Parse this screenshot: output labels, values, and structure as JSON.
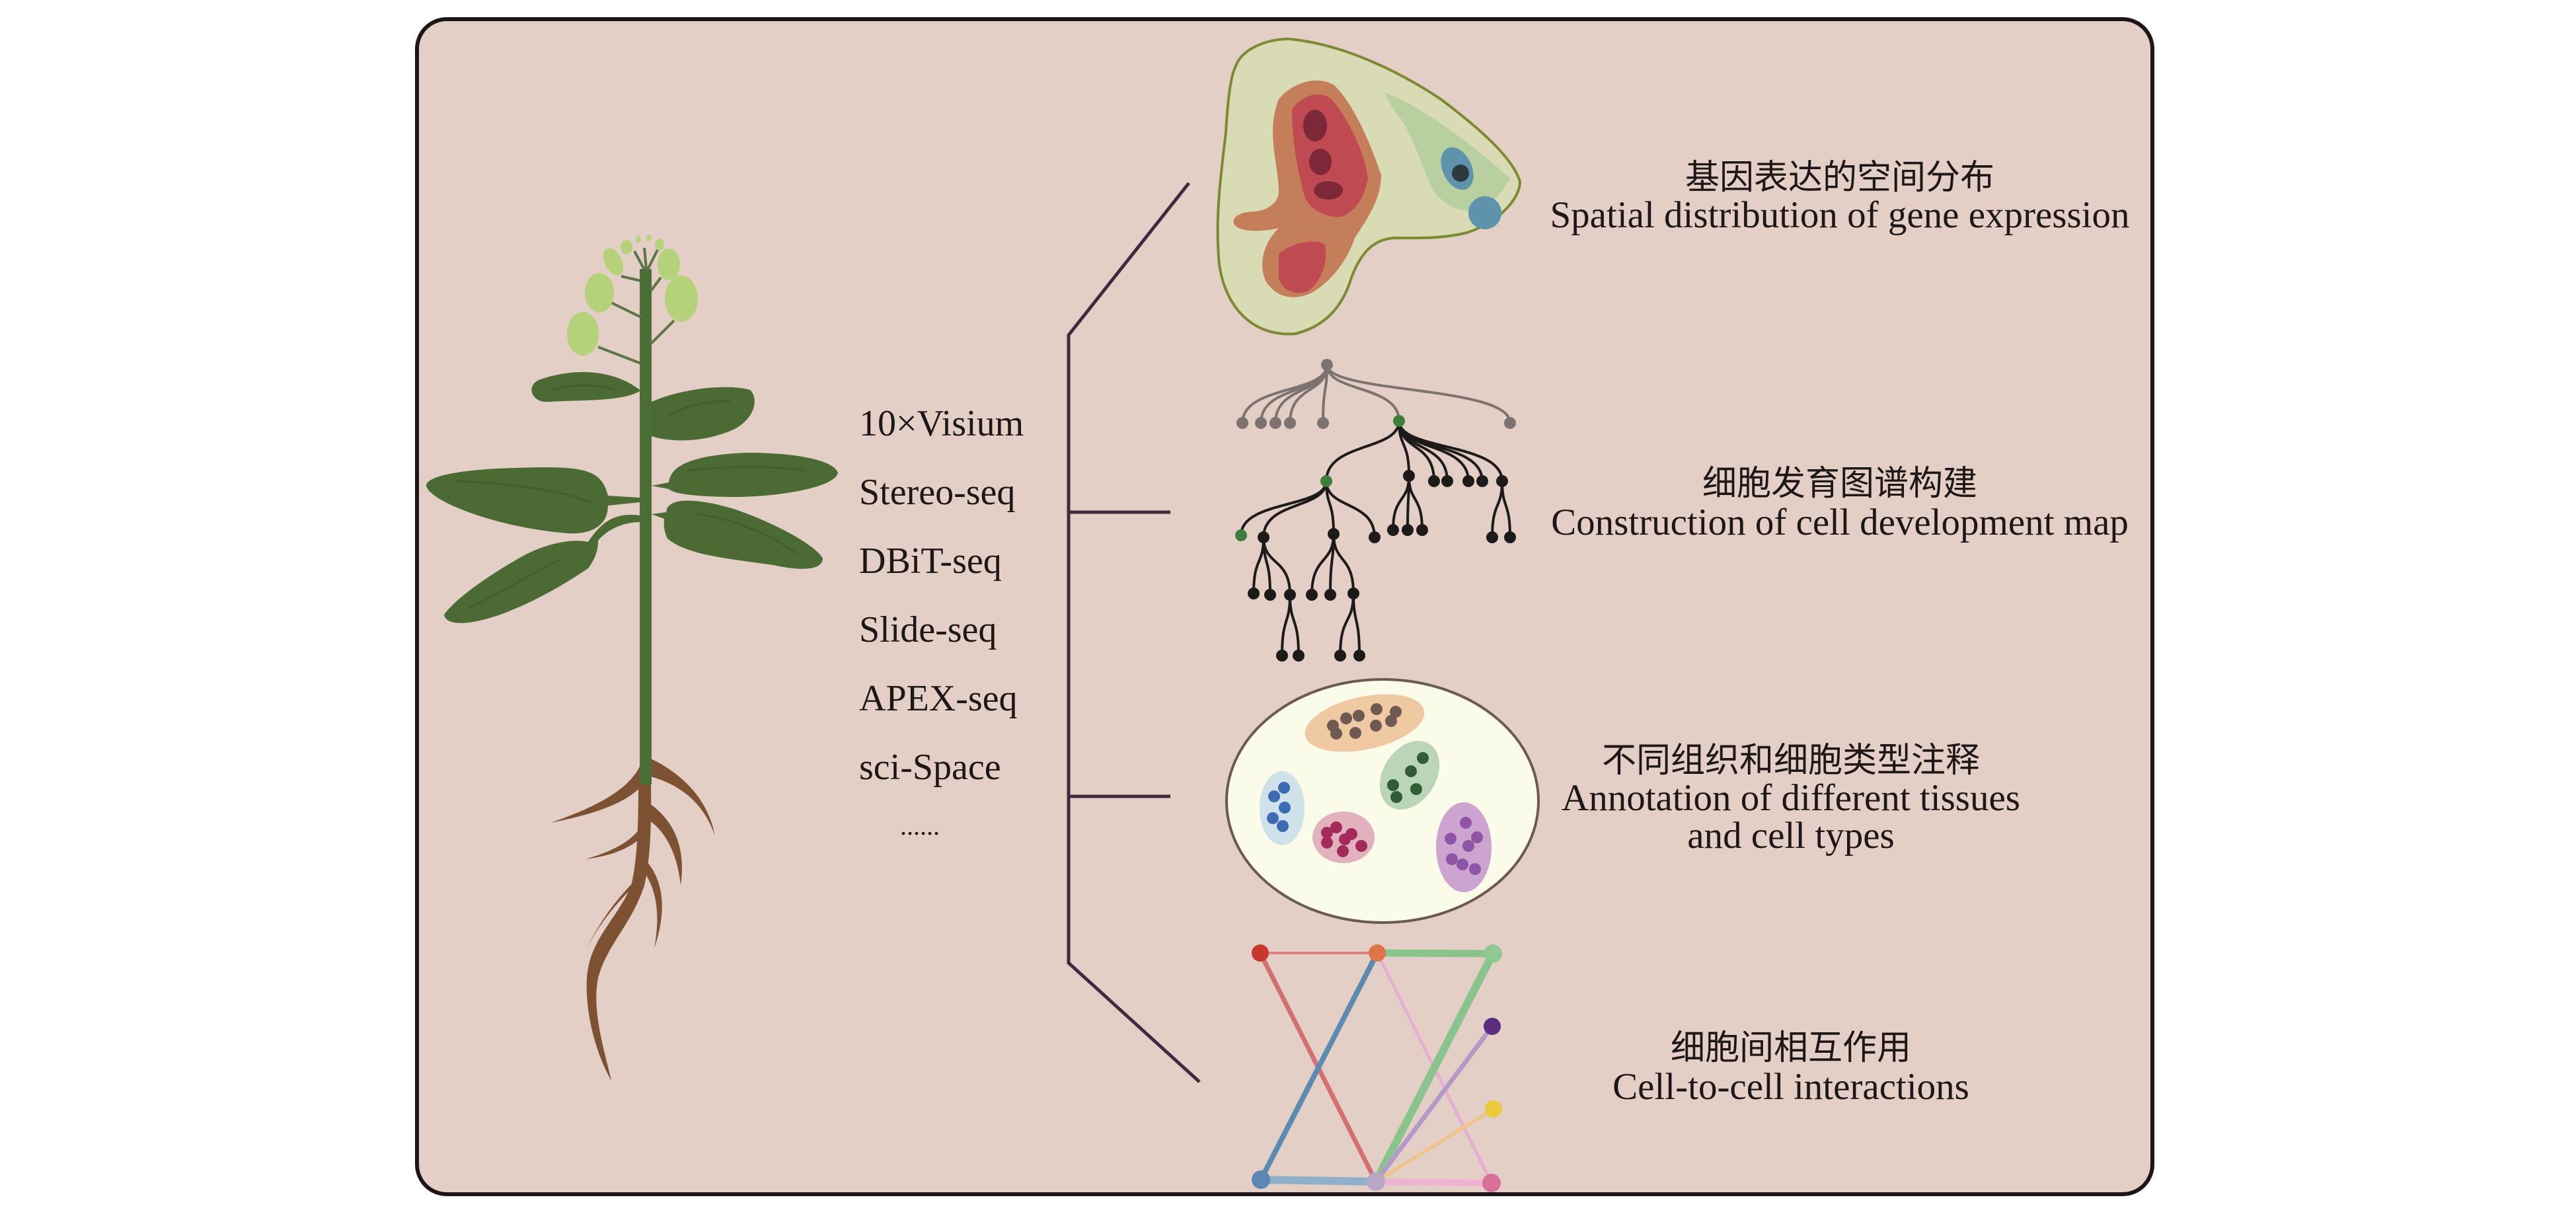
{
  "figure": {
    "methods_title": "Spatial transcriptomics technologies",
    "methods": [
      "10×Visium",
      "Stereo-seq",
      "DBiT-seq",
      "Slide-seq",
      "APEX-seq",
      "sci-Space",
      "......"
    ],
    "applications": [
      {
        "zh": "基因表达的空间分布",
        "en": [
          "Spatial distribution of gene expression"
        ],
        "icon": "spatial-expression-map"
      },
      {
        "zh": "细胞发育图谱构建",
        "en": [
          "Construction of cell development map"
        ],
        "icon": "lineage-tree"
      },
      {
        "zh": "不同组织和细胞类型注释",
        "en": [
          "Annotation of different tissues",
          "and cell types"
        ],
        "icon": "cell-type-clusters"
      },
      {
        "zh": "细胞间相互作用",
        "en": [
          "Cell-to-cell interactions"
        ],
        "icon": "interaction-network"
      }
    ]
  },
  "colors": {
    "background": "#e3cfc5",
    "frame_border": "#1c1616",
    "bracket": "#3f2a3f",
    "leaf": "#4c6b34",
    "stem": "#4a6e35",
    "bud": "#b5d27a",
    "root": "#7d5232",
    "text": "#1d1717"
  }
}
